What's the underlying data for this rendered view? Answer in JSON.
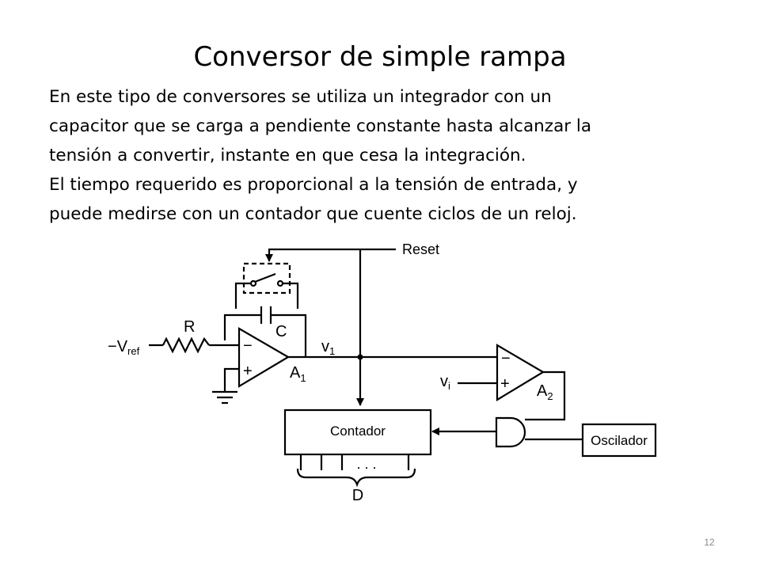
{
  "title": "Conversor de simple rampa",
  "paragraphs": [
    "En este tipo de conversores se utiliza un integrador con un",
    "capacitor que se carga a pendiente constante hasta alcanzar la",
    "tensión a convertir, instante en que cesa la integración.",
    "El tiempo requerido es proporcional a la tensión de entrada, y",
    "puede medirse con un contador que cuente ciclos de un reloj."
  ],
  "circuit": {
    "reset_label": "Reset",
    "resistor_label": "R",
    "capacitor_label": "C",
    "vref_minus": "−",
    "vref_main": "V",
    "vref_sub": "ref",
    "opamp1": {
      "name": "A",
      "sub": "1",
      "minus": "−",
      "plus": "+"
    },
    "opamp2": {
      "name": "A",
      "sub": "2",
      "minus": "−",
      "plus": "+"
    },
    "v1_main": "v",
    "v1_sub": "1",
    "vi_main": "v",
    "vi_sub": "i",
    "counter_label": "Contador",
    "oscillator_label": "Oscilador",
    "dots": ". . .",
    "output_label": "D"
  },
  "page_number": "12"
}
